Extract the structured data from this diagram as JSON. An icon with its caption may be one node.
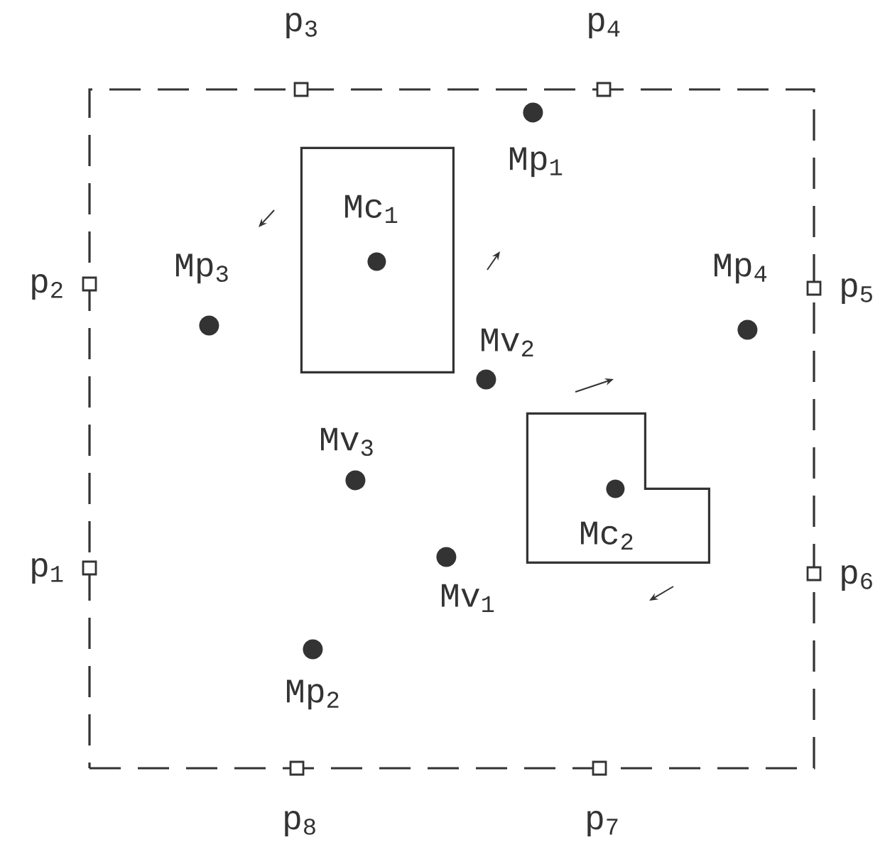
{
  "diagram": {
    "nodes": [
      {
        "text": [],
        "shape": "box"
      },
      {
        "text": [],
        "shape": "box",
        "beside": [
          "p$_{3}$"
        ]
      },
      {
        "text": [],
        "shape": "box",
        "beside": [
          "p$_{4}$"
        ]
      },
      {
        "text": [],
        "shape": "circle",
        "beside": [
          "Mp$_{1}$"
        ],
        "in": 0
      },
      {
        "text": [
          "Mc$_{1}$"
        ],
        "in": 0
      },
      {
        "text": [],
        "shape": "box",
        "beside": [
          "p$_{2}$"
        ]
      },
      {
        "text": [],
        "shape": "circle",
        "beside": [
          "Mp$_{3}$"
        ],
        "in": 0
      },
      {
        "text": [],
        "shape": "box",
        "beside": [
          "p$_{5}$"
        ]
      },
      {
        "text": [],
        "shape": "circle",
        "beside": [
          "Mp$_{4}$"
        ],
        "in": 0
      },
      {
        "text": [],
        "shape": "circle",
        "beside": [
          "Mv$_{2}$"
        ],
        "in": 0
      },
      {
        "text": [
          "Mc$_{2}$"
        ],
        "in": 0
      },
      {
        "text": [],
        "shape": "circle",
        "beside": [
          "Mv$_{3}$"
        ],
        "in": 0
      },
      {
        "text": [],
        "shape": "box",
        "beside": [
          "p$_{1}$"
        ]
      },
      {
        "text": [],
        "shape": "circle",
        "beside": [
          "Mv$_{1}$"
        ],
        "in": 0
      },
      {
        "text": [],
        "shape": "box",
        "beside": [
          "p$_{6}$"
        ]
      },
      {
        "text": [],
        "shape": "circle",
        "beside": [
          "Mp$_{2}$"
        ],
        "in": 0
      },
      {
        "text": [],
        "shape": "box",
        "beside": [
          "p$_{8}$"
        ]
      },
      {
        "text": [],
        "shape": "box",
        "beside": [
          "p$_{7}$"
        ]
      }
    ]
  }
}
